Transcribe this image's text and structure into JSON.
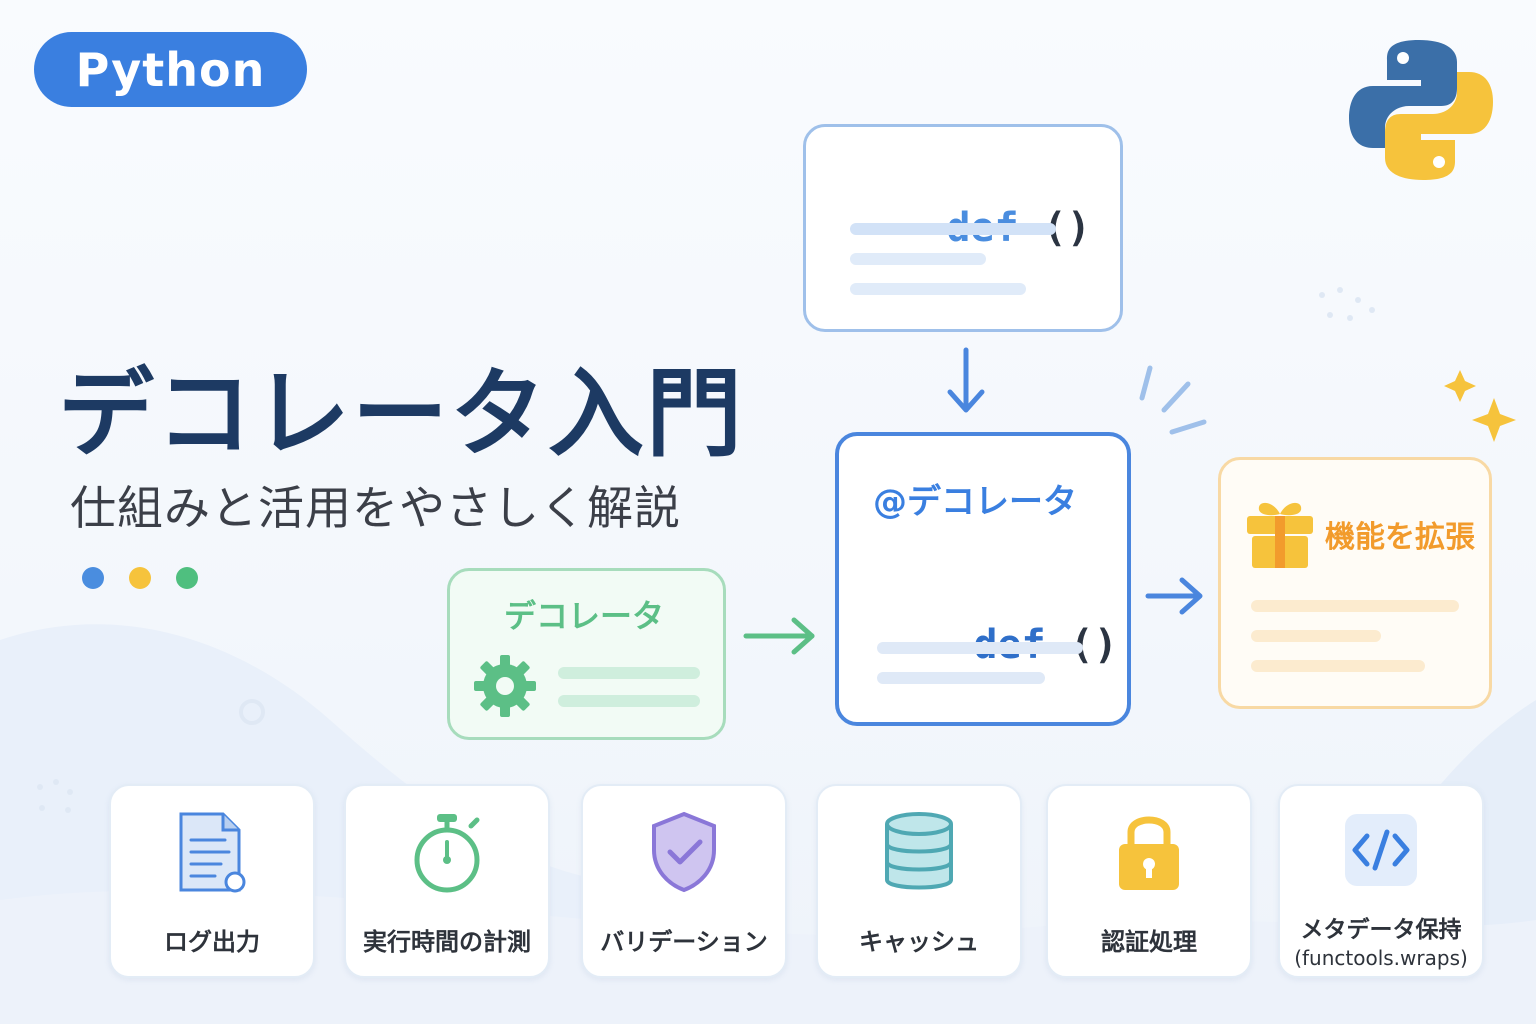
{
  "badge": {
    "label": "Python"
  },
  "title": "デコレータ入門",
  "subtitle": "仕組みと活用をやさしく解説",
  "colors": {
    "primary": "#3a7fe0",
    "title": "#1d3a63",
    "dot_blue": "#4a8ddf",
    "dot_yellow": "#f6c33c",
    "dot_green": "#4fbf7f",
    "green": "#5cbf86",
    "orange": "#f29b2c"
  },
  "diagram": {
    "top_card": {
      "keyword": "def",
      "parens": " ()"
    },
    "decorator_card": {
      "annotation": "@デコレータ",
      "keyword": "def",
      "parens": " ()"
    },
    "green_card": {
      "label": "デコレータ",
      "icon": "gear-icon"
    },
    "result_card": {
      "label": "機能を拡張",
      "icon": "gift-icon"
    }
  },
  "features": [
    {
      "label": "ログ出力",
      "icon": "log-document-icon"
    },
    {
      "label": "実行時間の計測",
      "icon": "stopwatch-icon"
    },
    {
      "label": "バリデーション",
      "icon": "shield-check-icon"
    },
    {
      "label": "キャッシュ",
      "icon": "database-icon"
    },
    {
      "label": "認証処理",
      "icon": "lock-icon"
    },
    {
      "label": "メタデータ保持",
      "sublabel": "(functools.wraps)",
      "icon": "code-tag-icon"
    }
  ]
}
